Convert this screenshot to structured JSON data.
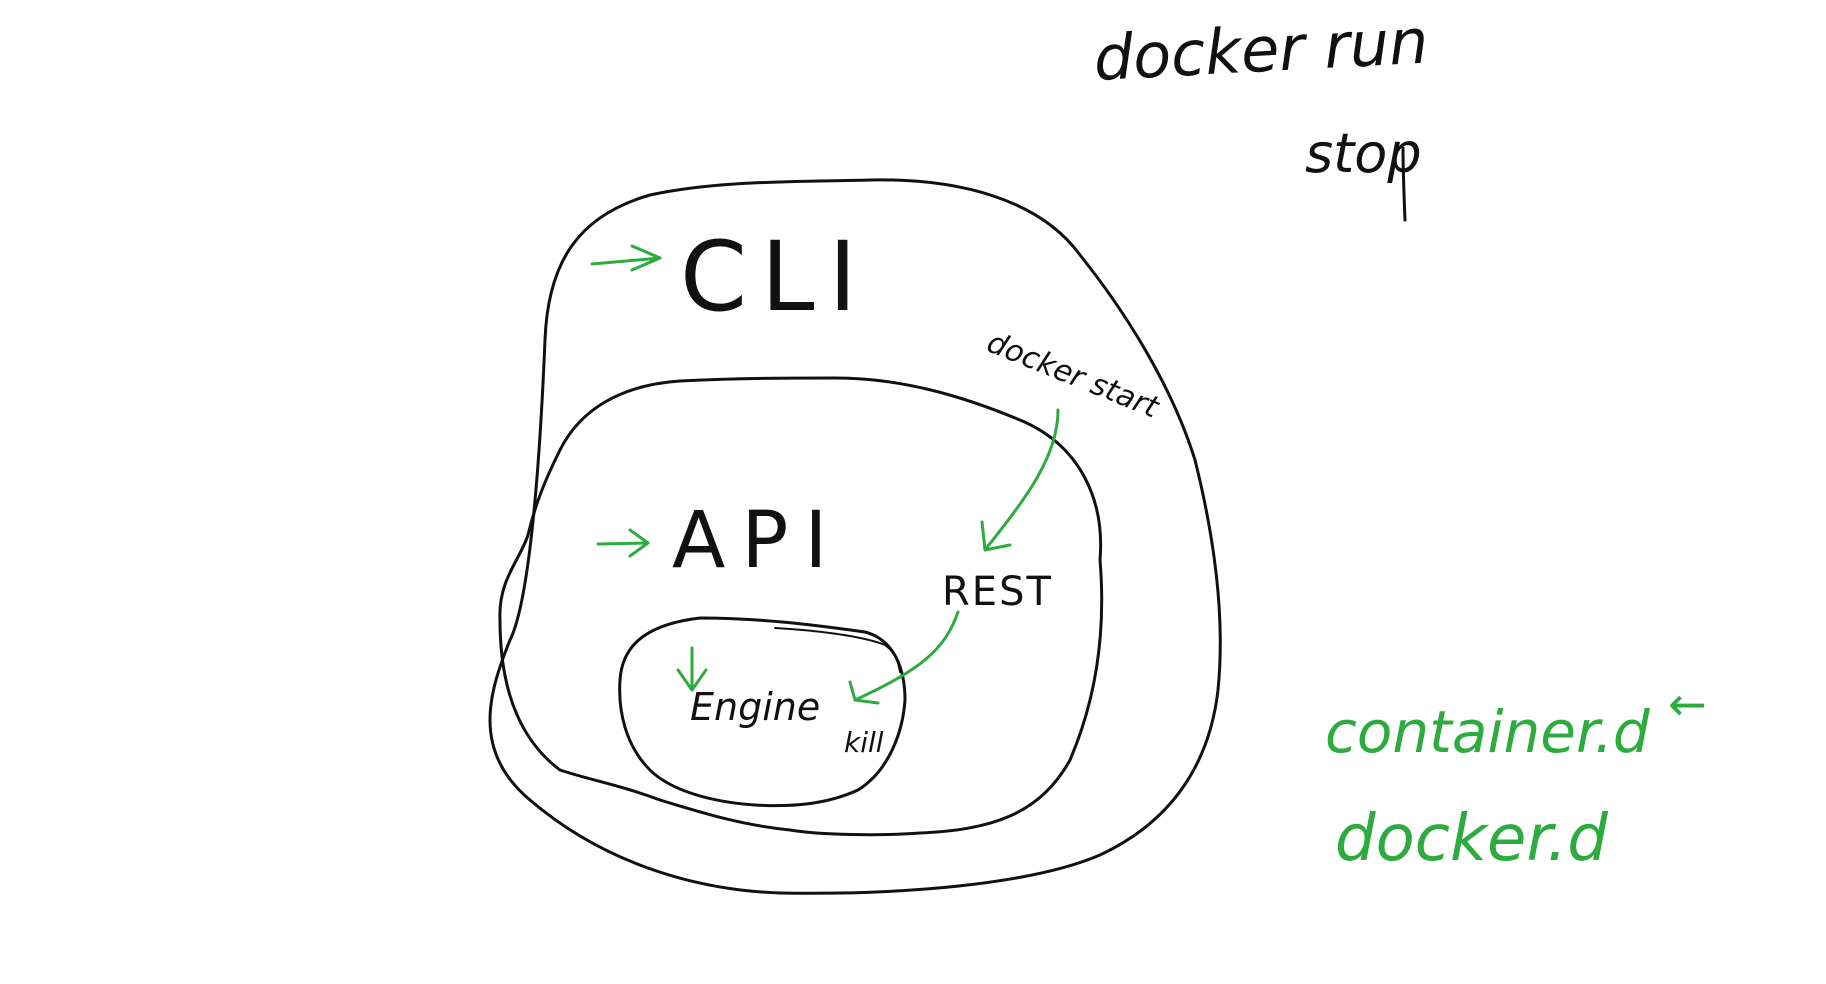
{
  "note": {
    "line1": "docker run",
    "line2": "stop"
  },
  "diagram": {
    "outer_label": "CLI",
    "middle_label": "API",
    "inner_label": "Engine",
    "rest_label": "REST",
    "command_label": "docker start",
    "kill_label": "kill"
  },
  "side": {
    "containerd": "container.d",
    "containerd_arrow": "←",
    "dockerd": "docker.d"
  },
  "colors": {
    "ink": "#111111",
    "accent": "#2eab3e"
  }
}
